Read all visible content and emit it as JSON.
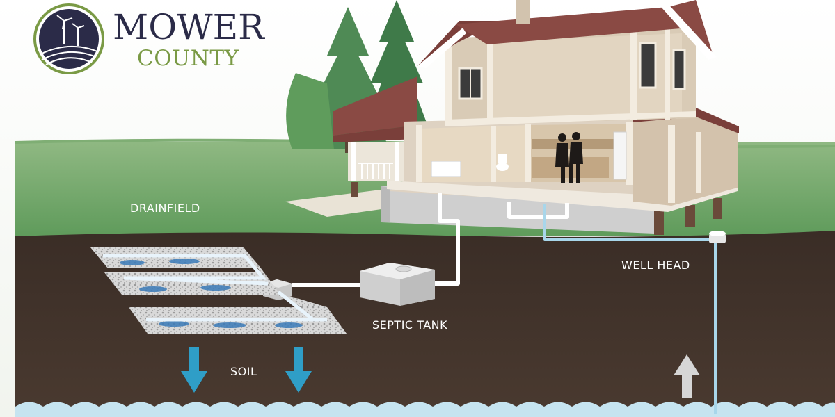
{
  "logo": {
    "name": "MOWER",
    "sub": "COUNTY"
  },
  "labels": {
    "drainfield": "DRAINFIELD",
    "septic_tank": "SEPTIC TANK",
    "well_head": "WELL HEAD",
    "soil": "SOIL"
  },
  "colors": {
    "soil": "#3f3129",
    "grass": "#6aa063",
    "water": "#bfe0ee",
    "pipe": "#ffffff",
    "arrow_down": "#2f9ec7",
    "arrow_up": "#d6d6d6",
    "logo_navy": "#2b2b48",
    "logo_green": "#7a9a45"
  }
}
